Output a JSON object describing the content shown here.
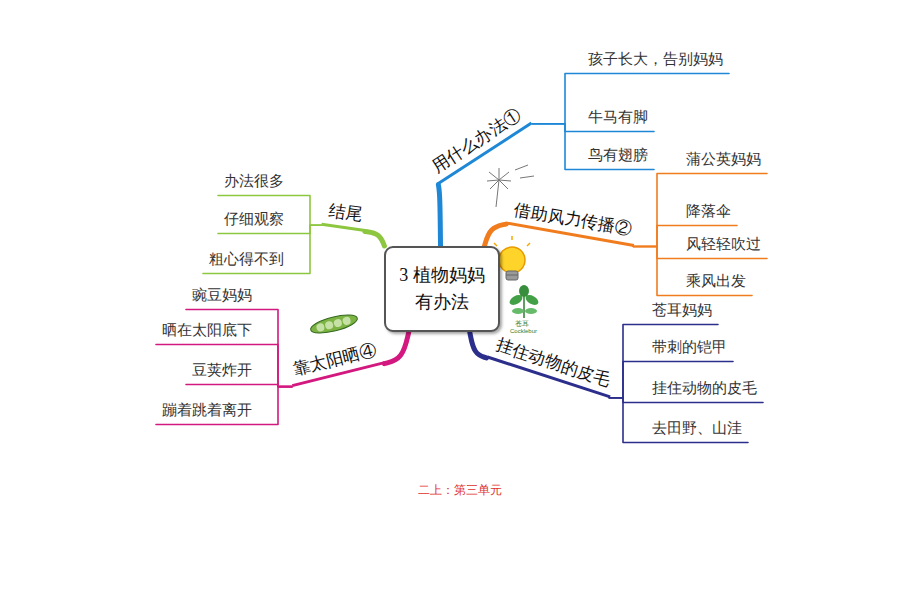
{
  "diagram": {
    "caption": "二上：第三单元",
    "nodes": [
      {
        "text": [
          "3 植物妈妈 有办法"
        ]
      },
      {
        "text": [
          "用什么办法①"
        ]
      },
      {
        "text": [
          "孩子长大，告别妈妈"
        ]
      },
      {
        "text": [
          "牛马有脚"
        ]
      },
      {
        "text": [
          "鸟有翅膀"
        ]
      },
      {
        "text": [
          "借助风力传播②"
        ]
      },
      {
        "text": [
          "蒲公英妈妈"
        ]
      },
      {
        "text": [
          "降落伞"
        ]
      },
      {
        "text": [
          "风轻轻吹过"
        ]
      },
      {
        "text": [
          "乘风出发"
        ]
      },
      {
        "text": [
          "挂住动物的皮毛"
        ]
      },
      {
        "text": [
          "苍耳妈妈"
        ]
      },
      {
        "text": [
          "带刺的铠甲"
        ]
      },
      {
        "text": [
          "挂住动物的皮毛"
        ]
      },
      {
        "text": [
          "去田野、山洼"
        ]
      },
      {
        "text": [
          "靠太阳晒④"
        ]
      },
      {
        "text": [
          "豌豆妈妈"
        ]
      },
      {
        "text": [
          "晒在太阳底下"
        ]
      },
      {
        "text": [
          "豆荚炸开"
        ]
      },
      {
        "text": [
          "蹦着跳着离开"
        ]
      },
      {
        "text": [
          "结尾"
        ]
      },
      {
        "text": [
          "办法很多"
        ]
      },
      {
        "text": [
          "仔细观察"
        ]
      },
      {
        "text": [
          "粗心得不到"
        ]
      }
    ],
    "edges": [
      {
        "from": 0,
        "to": 1,
        "arrow": "none"
      },
      {
        "from": 1,
        "to": 2,
        "arrow": "none"
      },
      {
        "from": 1,
        "to": 3,
        "arrow": "none"
      },
      {
        "from": 1,
        "to": 4,
        "arrow": "none"
      },
      {
        "from": 0,
        "to": 5,
        "arrow": "none"
      },
      {
        "from": 5,
        "to": 6,
        "arrow": "none"
      },
      {
        "from": 5,
        "to": 7,
        "arrow": "none"
      },
      {
        "from": 5,
        "to": 8,
        "arrow": "none"
      },
      {
        "from": 5,
        "to": 9,
        "arrow": "none"
      },
      {
        "from": 0,
        "to": 10,
        "arrow": "none"
      },
      {
        "from": 10,
        "to": 11,
        "arrow": "none"
      },
      {
        "from": 10,
        "to": 12,
        "arrow": "none"
      },
      {
        "from": 10,
        "to": 13,
        "arrow": "none"
      },
      {
        "from": 10,
        "to": 14,
        "arrow": "none"
      },
      {
        "from": 0,
        "to": 15,
        "arrow": "none"
      },
      {
        "from": 15,
        "to": 16,
        "arrow": "none"
      },
      {
        "from": 15,
        "to": 17,
        "arrow": "none"
      },
      {
        "from": 15,
        "to": 18,
        "arrow": "none"
      },
      {
        "from": 15,
        "to": 19,
        "arrow": "none"
      },
      {
        "from": 0,
        "to": 20,
        "arrow": "none"
      },
      {
        "from": 20,
        "to": 21,
        "arrow": "none"
      },
      {
        "from": 20,
        "to": 22,
        "arrow": "none"
      },
      {
        "from": 20,
        "to": 23,
        "arrow": "none"
      }
    ],
    "labels": [
      "苍耳",
      "Cocklebur"
    ]
  }
}
